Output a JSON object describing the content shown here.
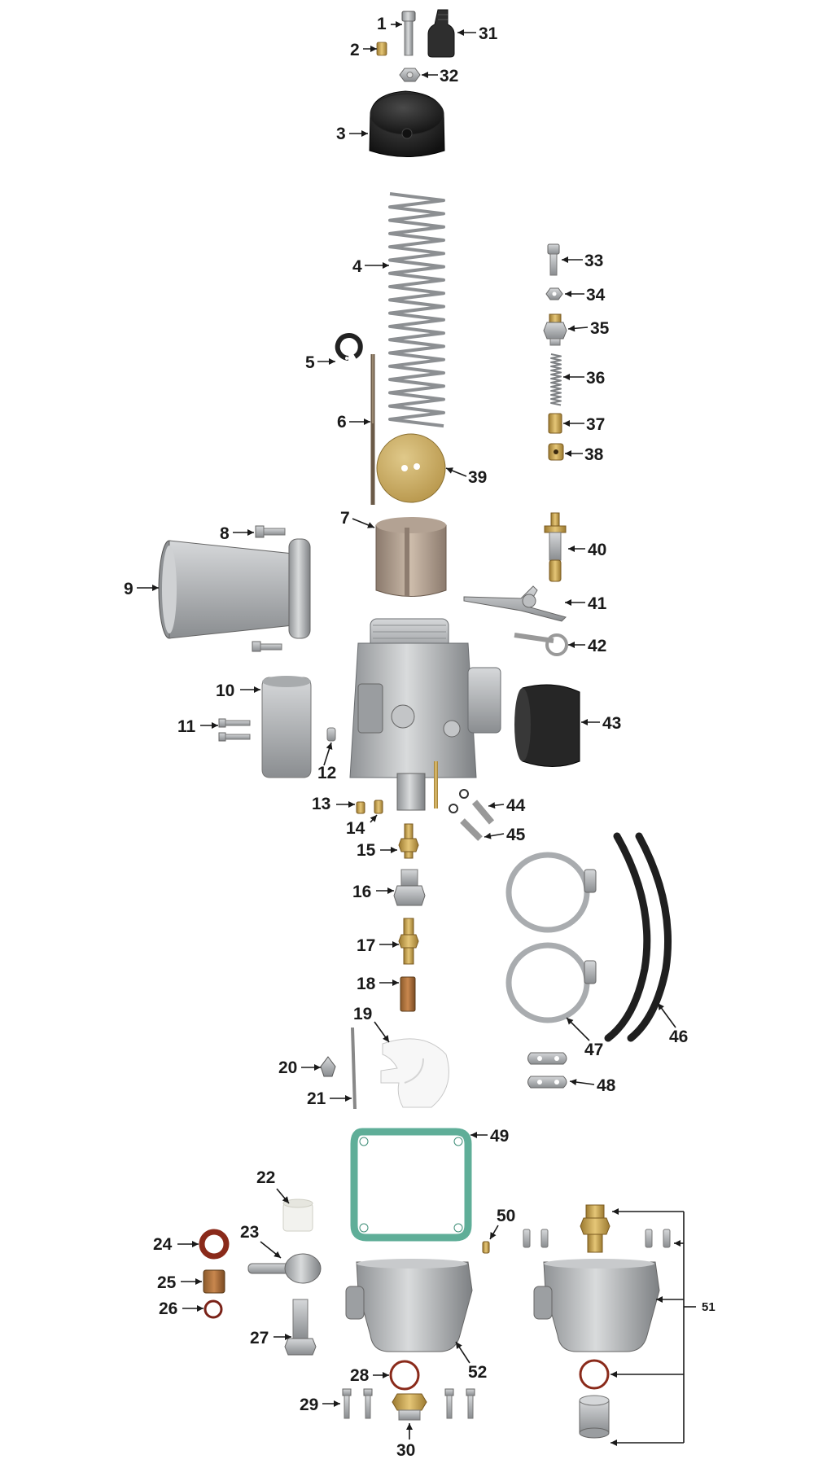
{
  "parts": [
    {
      "id": "p1",
      "number": "1",
      "icon": "screw-icon"
    },
    {
      "id": "p2",
      "number": "2",
      "icon": "brass-nipple-icon"
    },
    {
      "id": "p3",
      "number": "3",
      "icon": "cap-icon"
    },
    {
      "id": "p4",
      "number": "4",
      "icon": "spring-icon"
    },
    {
      "id": "p5",
      "number": "5",
      "icon": "clip-icon"
    },
    {
      "id": "p6",
      "number": "6",
      "icon": "needle-icon"
    },
    {
      "id": "p7",
      "number": "7",
      "icon": "slide-icon"
    },
    {
      "id": "p8",
      "number": "8",
      "icon": "screw-icon"
    },
    {
      "id": "p9",
      "number": "9",
      "icon": "bellmouth-icon"
    },
    {
      "id": "p10",
      "number": "10",
      "icon": "adapter-ring-icon"
    },
    {
      "id": "p11",
      "number": "11",
      "icon": "screw-icon"
    },
    {
      "id": "p12",
      "number": "12",
      "icon": "pin-icon"
    },
    {
      "id": "p13",
      "number": "13",
      "icon": "jet-icon"
    },
    {
      "id": "p14",
      "number": "14",
      "icon": "jet-icon"
    },
    {
      "id": "p15",
      "number": "15",
      "icon": "jet-icon"
    },
    {
      "id": "p16",
      "number": "16",
      "icon": "jet-holder-icon"
    },
    {
      "id": "p17",
      "number": "17",
      "icon": "needle-jet-icon"
    },
    {
      "id": "p18",
      "number": "18",
      "icon": "brass-sleeve-icon"
    },
    {
      "id": "p19",
      "number": "19",
      "icon": "float-icon"
    },
    {
      "id": "p20",
      "number": "20",
      "icon": "float-needle-icon"
    },
    {
      "id": "p21",
      "number": "21",
      "icon": "pin-icon"
    },
    {
      "id": "p22",
      "number": "22",
      "icon": "filter-icon"
    },
    {
      "id": "p23",
      "number": "23",
      "icon": "banjo-fitting-icon"
    },
    {
      "id": "p24",
      "number": "24",
      "icon": "washer-icon"
    },
    {
      "id": "p25",
      "number": "25",
      "icon": "bushing-icon"
    },
    {
      "id": "p26",
      "number": "26",
      "icon": "o-ring-icon"
    },
    {
      "id": "p27",
      "number": "27",
      "icon": "banjo-bolt-icon"
    },
    {
      "id": "p28",
      "number": "28",
      "icon": "o-ring-icon"
    },
    {
      "id": "p29",
      "number": "29",
      "icon": "screw-icon"
    },
    {
      "id": "p30",
      "number": "30",
      "icon": "drain-plug-icon"
    },
    {
      "id": "p31",
      "number": "31",
      "icon": "rubber-cap-icon"
    },
    {
      "id": "p32",
      "number": "32",
      "icon": "nut-icon"
    },
    {
      "id": "p33",
      "number": "33",
      "icon": "screw-icon"
    },
    {
      "id": "p34",
      "number": "34",
      "icon": "nut-icon"
    },
    {
      "id": "p35",
      "number": "35",
      "icon": "adjuster-icon"
    },
    {
      "id": "p36",
      "number": "36",
      "icon": "spring-icon"
    },
    {
      "id": "p37",
      "number": "37",
      "icon": "brass-sleeve-icon"
    },
    {
      "id": "p38",
      "number": "38",
      "icon": "cable-nipple-icon"
    },
    {
      "id": "p39",
      "number": "39",
      "icon": "disc-icon"
    },
    {
      "id": "p40",
      "number": "40",
      "icon": "choke-plunger-icon"
    },
    {
      "id": "p41",
      "number": "41",
      "icon": "lever-icon"
    },
    {
      "id": "p42",
      "number": "42",
      "icon": "clip-icon"
    },
    {
      "id": "p43",
      "number": "43",
      "icon": "rubber-boot-icon"
    },
    {
      "id": "p44",
      "number": "44",
      "icon": "screw-icon"
    },
    {
      "id": "p45",
      "number": "45",
      "icon": "screw-icon"
    },
    {
      "id": "p46",
      "number": "46",
      "icon": "hose-icon"
    },
    {
      "id": "p47",
      "number": "47",
      "icon": "hose-clamp-icon"
    },
    {
      "id": "p48",
      "number": "48",
      "icon": "bracket-icon"
    },
    {
      "id": "p49",
      "number": "49",
      "icon": "gasket-icon"
    },
    {
      "id": "p50",
      "number": "50",
      "icon": "jet-icon"
    },
    {
      "id": "p51",
      "number": "51",
      "icon": "float-bowl-kit-icon"
    },
    {
      "id": "p52",
      "number": "52",
      "icon": "float-bowl-icon"
    }
  ],
  "colors": {
    "aluminum": "#b7b9bb",
    "aluminum_dark": "#7d8083",
    "brass": "#c9a451",
    "rubber": "#2b2b2b",
    "gasket": "#5fae98",
    "copper": "#8a2a1a",
    "label": "#1a1a1a"
  }
}
